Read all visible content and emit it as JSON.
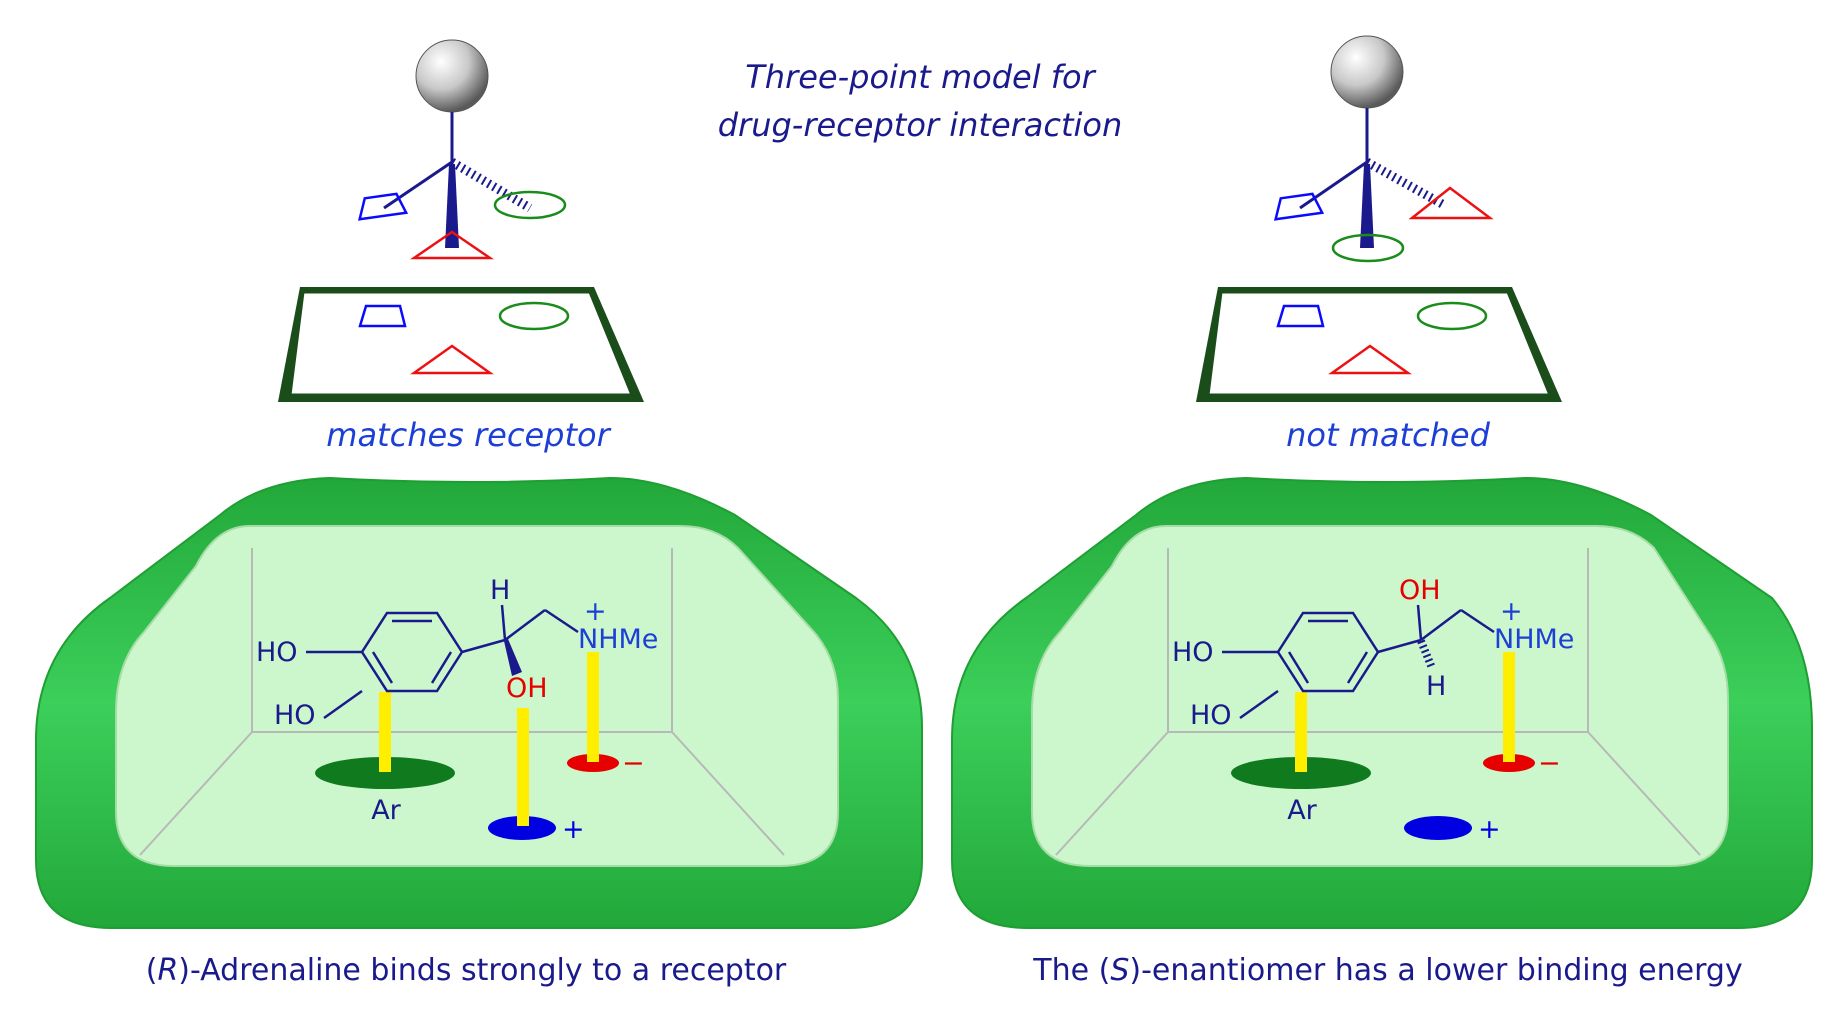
{
  "title": {
    "line1": "Three-point model for",
    "line2": "drug-receptor interaction"
  },
  "left": {
    "model_caption": "matches receptor",
    "caption": {
      "prefix": "(",
      "stereo": "R",
      "rest": ")-Adrenaline binds strongly to a receptor"
    },
    "labels": {
      "ho_top": "HO",
      "ho_bottom": "HO",
      "h": "H",
      "oh": "OH",
      "nhme": "NHMe",
      "plus_n": "+",
      "ar": "Ar",
      "minus": "−",
      "plus_site": "+"
    }
  },
  "right": {
    "model_caption": "not matched",
    "caption": {
      "prefix": "The (",
      "stereo": "S",
      "rest": ")-enantiomer has a lower binding energy"
    },
    "labels": {
      "ho_top": "HO",
      "ho_bottom": "HO",
      "h": "H",
      "oh": "OH",
      "nhme": "NHMe",
      "plus_n": "+",
      "ar": "Ar",
      "minus": "−",
      "plus_site": "+"
    }
  },
  "colors": {
    "navy": "#1a1a8c",
    "caption_blue": "#1e3fd6",
    "receptor_green": "#2fbf4a",
    "pocket_fill": "#ccf7cc",
    "site_green": "#0f7a1e",
    "bond_yellow": "#ffee00",
    "anion_red": "#e60000",
    "cation_blue": "#0000e0",
    "shape_blue": "#0a0aff",
    "shape_green": "#1a8c1a",
    "shape_red": "#ee1111"
  }
}
